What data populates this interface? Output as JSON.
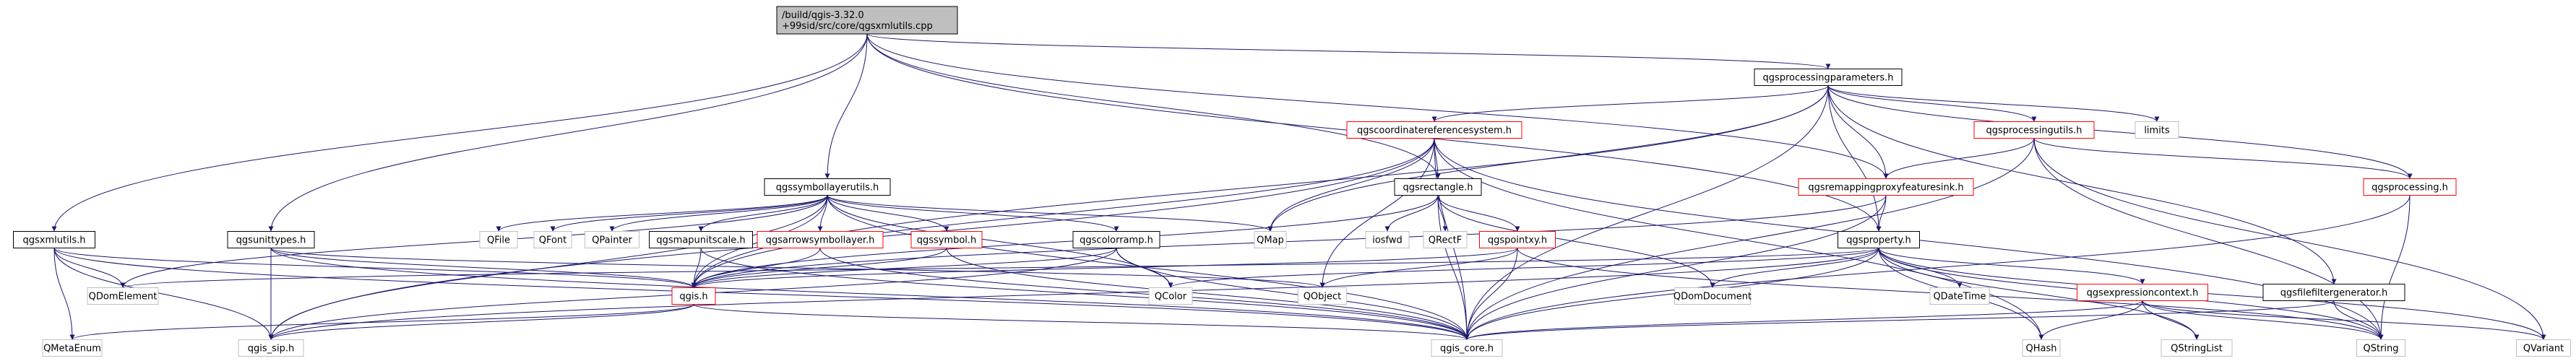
{
  "graph": {
    "nodes": [
      {
        "id": "root",
        "lines": [
          "/build/qgis-3.32.0",
          "+99sid/src/core/qgsxmlutils.cpp"
        ],
        "style": "root"
      },
      {
        "id": "qgsxmlutils",
        "lines": [
          "qgsxmlutils.h"
        ],
        "style": "black"
      },
      {
        "id": "qgsunittypes",
        "lines": [
          "qgsunittypes.h"
        ],
        "style": "black"
      },
      {
        "id": "qgssymbollayerutils",
        "lines": [
          "qgssymbollayerutils.h"
        ],
        "style": "black"
      },
      {
        "id": "qgsrectangle",
        "lines": [
          "qgsrectangle.h"
        ],
        "style": "black"
      },
      {
        "id": "qgsprocessingparameters",
        "lines": [
          "qgsprocessingparameters.h"
        ],
        "style": "black"
      },
      {
        "id": "qgscrs",
        "lines": [
          "qgscoordinatereferencesystem.h"
        ],
        "style": "red"
      },
      {
        "id": "qgsprocessingutils",
        "lines": [
          "qgsprocessingutils.h"
        ],
        "style": "red"
      },
      {
        "id": "limits",
        "lines": [
          "limits"
        ],
        "style": "gray"
      },
      {
        "id": "qgsprocessing",
        "lines": [
          "qgsprocessing.h"
        ],
        "style": "red"
      },
      {
        "id": "qgsremapping",
        "lines": [
          "qgsremappingproxyfeaturesink.h"
        ],
        "style": "red"
      },
      {
        "id": "qgsproperty",
        "lines": [
          "qgsproperty.h"
        ],
        "style": "black"
      },
      {
        "id": "qgsexpressioncontext",
        "lines": [
          "qgsexpressioncontext.h"
        ],
        "style": "red"
      },
      {
        "id": "qgsfilefiltergenerator",
        "lines": [
          "qgsfilefiltergenerator.h"
        ],
        "style": "black"
      },
      {
        "id": "qgspointxy",
        "lines": [
          "qgspointxy.h"
        ],
        "style": "red"
      },
      {
        "id": "qgsmapunitscale",
        "lines": [
          "qgsmapunitscale.h"
        ],
        "style": "black"
      },
      {
        "id": "qgsarrowsymbollayer",
        "lines": [
          "qgsarrowsymbollayer.h"
        ],
        "style": "red"
      },
      {
        "id": "qgssymbol",
        "lines": [
          "qgssymbol.h"
        ],
        "style": "red"
      },
      {
        "id": "qgscolorramp",
        "lines": [
          "qgscolorramp.h"
        ],
        "style": "black"
      },
      {
        "id": "QFile",
        "lines": [
          "QFile"
        ],
        "style": "gray"
      },
      {
        "id": "QFont",
        "lines": [
          "QFont"
        ],
        "style": "gray"
      },
      {
        "id": "QPainter",
        "lines": [
          "QPainter"
        ],
        "style": "gray"
      },
      {
        "id": "QMap",
        "lines": [
          "QMap"
        ],
        "style": "gray"
      },
      {
        "id": "iosfwd",
        "lines": [
          "iosfwd"
        ],
        "style": "gray"
      },
      {
        "id": "QRectF",
        "lines": [
          "QRectF"
        ],
        "style": "gray"
      },
      {
        "id": "qgis",
        "lines": [
          "qgis.h"
        ],
        "style": "red"
      },
      {
        "id": "QDomElement",
        "lines": [
          "QDomElement"
        ],
        "style": "gray"
      },
      {
        "id": "QColor",
        "lines": [
          "QColor"
        ],
        "style": "gray"
      },
      {
        "id": "QObject",
        "lines": [
          "QObject"
        ],
        "style": "gray"
      },
      {
        "id": "QDomDocument",
        "lines": [
          "QDomDocument"
        ],
        "style": "gray"
      },
      {
        "id": "QDateTime",
        "lines": [
          "QDateTime"
        ],
        "style": "gray"
      },
      {
        "id": "QMetaEnum",
        "lines": [
          "QMetaEnum"
        ],
        "style": "gray"
      },
      {
        "id": "qgis_sip",
        "lines": [
          "qgis_sip.h"
        ],
        "style": "gray"
      },
      {
        "id": "qgis_core",
        "lines": [
          "qgis_core.h"
        ],
        "style": "gray"
      },
      {
        "id": "QHash",
        "lines": [
          "QHash"
        ],
        "style": "gray"
      },
      {
        "id": "QStringList",
        "lines": [
          "QStringList"
        ],
        "style": "gray"
      },
      {
        "id": "QString",
        "lines": [
          "QString"
        ],
        "style": "gray"
      },
      {
        "id": "QVariant",
        "lines": [
          "QVariant"
        ],
        "style": "gray"
      }
    ],
    "edges": [
      [
        "root",
        "qgsxmlutils"
      ],
      [
        "root",
        "qgsunittypes"
      ],
      [
        "root",
        "qgssymbollayerutils"
      ],
      [
        "root",
        "qgsrectangle"
      ],
      [
        "root",
        "qgsprocessingparameters"
      ],
      [
        "root",
        "qgsremapping"
      ],
      [
        "root",
        "qgsproperty"
      ],
      [
        "qgsxmlutils",
        "QDomElement"
      ],
      [
        "qgsxmlutils",
        "qgis"
      ],
      [
        "qgsxmlutils",
        "QMetaEnum"
      ],
      [
        "qgsxmlutils",
        "qgis_sip"
      ],
      [
        "qgsxmlutils",
        "qgis_core"
      ],
      [
        "qgsunittypes",
        "qgis"
      ],
      [
        "qgsunittypes",
        "qgis_sip"
      ],
      [
        "qgsunittypes",
        "qgis_core"
      ],
      [
        "qgsunittypes",
        "QObject"
      ],
      [
        "qgssymbollayerutils",
        "QFile"
      ],
      [
        "qgssymbollayerutils",
        "QFont"
      ],
      [
        "qgssymbollayerutils",
        "QPainter"
      ],
      [
        "qgssymbollayerutils",
        "qgsmapunitscale"
      ],
      [
        "qgssymbollayerutils",
        "qgsarrowsymbollayer"
      ],
      [
        "qgssymbollayerutils",
        "qgssymbol"
      ],
      [
        "qgssymbollayerutils",
        "qgscolorramp"
      ],
      [
        "qgssymbollayerutils",
        "QMap"
      ],
      [
        "qgssymbollayerutils",
        "QDomElement"
      ],
      [
        "qgssymbollayerutils",
        "qgis"
      ],
      [
        "qgssymbollayerutils",
        "qgis_sip"
      ],
      [
        "qgssymbollayerutils",
        "qgis_core"
      ],
      [
        "qgssymbollayerutils",
        "QColor"
      ],
      [
        "qgsrectangle",
        "iosfwd"
      ],
      [
        "qgsrectangle",
        "QRectF"
      ],
      [
        "qgsrectangle",
        "qgspointxy"
      ],
      [
        "qgsrectangle",
        "qgis"
      ],
      [
        "qgsrectangle",
        "qgis_core"
      ],
      [
        "qgsrectangle",
        "QDomDocument"
      ],
      [
        "qgsprocessingparameters",
        "qgscrs"
      ],
      [
        "qgsprocessingparameters",
        "qgsprocessingutils"
      ],
      [
        "qgsprocessingparameters",
        "limits"
      ],
      [
        "qgsprocessingparameters",
        "qgsprocessing"
      ],
      [
        "qgsprocessingparameters",
        "qgsremapping"
      ],
      [
        "qgsprocessingparameters",
        "qgsproperty"
      ],
      [
        "qgsprocessingparameters",
        "qgsfilefiltergenerator"
      ],
      [
        "qgsprocessingparameters",
        "QMap"
      ],
      [
        "qgsprocessingparameters",
        "qgis"
      ],
      [
        "qgsprocessingparameters",
        "qgis_core"
      ],
      [
        "qgscrs",
        "qgsrectangle"
      ],
      [
        "qgscrs",
        "QMap"
      ],
      [
        "qgscrs",
        "QObject"
      ],
      [
        "qgscrs",
        "qgis"
      ],
      [
        "qgscrs",
        "qgis_core"
      ],
      [
        "qgscrs",
        "qgis_sip"
      ],
      [
        "qgscrs",
        "QString"
      ],
      [
        "qgscrs",
        "QHash"
      ],
      [
        "qgsprocessingutils",
        "qgsremapping"
      ],
      [
        "qgsprocessingutils",
        "qgsprocessing"
      ],
      [
        "qgsprocessingutils",
        "qgis_core"
      ],
      [
        "qgsprocessingutils",
        "QString"
      ],
      [
        "qgsprocessingutils",
        "QVariant"
      ],
      [
        "qgsprocessing",
        "qgis_core"
      ],
      [
        "qgsprocessing",
        "QString"
      ],
      [
        "qgsremapping",
        "qgsproperty"
      ],
      [
        "qgsremapping",
        "qgis"
      ],
      [
        "qgsremapping",
        "qgis_core"
      ],
      [
        "qgsproperty",
        "QDomElement"
      ],
      [
        "qgsproperty",
        "QColor"
      ],
      [
        "qgsproperty",
        "QDomDocument"
      ],
      [
        "qgsproperty",
        "QDateTime"
      ],
      [
        "qgsproperty",
        "qgsexpressioncontext"
      ],
      [
        "qgsproperty",
        "QHash"
      ],
      [
        "qgsproperty",
        "QStringList"
      ],
      [
        "qgsproperty",
        "QString"
      ],
      [
        "qgsproperty",
        "QVariant"
      ],
      [
        "qgsproperty",
        "qgis_core"
      ],
      [
        "qgsproperty",
        "qgis_sip"
      ],
      [
        "qgsexpressioncontext",
        "qgis_core"
      ],
      [
        "qgsexpressioncontext",
        "QHash"
      ],
      [
        "qgsexpressioncontext",
        "QStringList"
      ],
      [
        "qgsexpressioncontext",
        "QString"
      ],
      [
        "qgsexpressioncontext",
        "QVariant"
      ],
      [
        "qgsfilefiltergenerator",
        "qgis_core"
      ],
      [
        "qgsfilefiltergenerator",
        "QString"
      ],
      [
        "qgspointxy",
        "qgis"
      ],
      [
        "qgspointxy",
        "qgis_core"
      ],
      [
        "qgspointxy",
        "QObject"
      ],
      [
        "qgspointxy",
        "QString"
      ],
      [
        "qgsmapunitscale",
        "qgis"
      ],
      [
        "qgsmapunitscale",
        "qgis_core"
      ],
      [
        "qgsarrowsymbollayer",
        "qgis"
      ],
      [
        "qgsarrowsymbollayer",
        "qgis_core"
      ],
      [
        "qgssymbol",
        "qgis"
      ],
      [
        "qgssymbol",
        "qgis_core"
      ],
      [
        "qgscolorramp",
        "qgis"
      ],
      [
        "qgscolorramp",
        "QColor"
      ],
      [
        "qgscolorramp",
        "qgis_core"
      ],
      [
        "qgscolorramp",
        "qgis_sip"
      ],
      [
        "qgis",
        "QMetaEnum"
      ],
      [
        "qgis",
        "qgis_sip"
      ],
      [
        "qgis",
        "qgis_core"
      ]
    ]
  }
}
